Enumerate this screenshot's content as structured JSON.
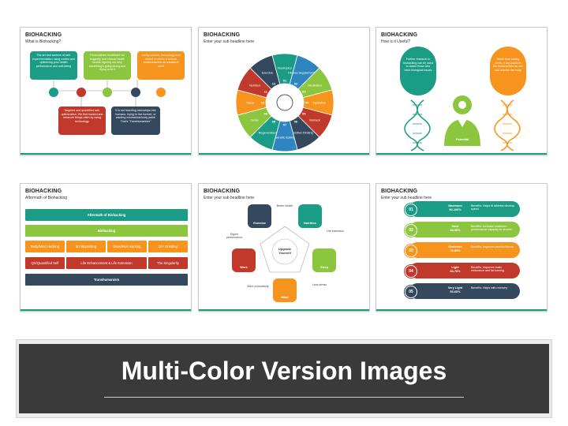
{
  "slides": {
    "s1": {
      "title": "BIOHACKING",
      "subtitle": "What is Biohacking?",
      "box1": "The art and science of self-experimentation using control and optimizing your health performance and well-being",
      "box2": "Personalizes healthcare for longevity and chronic health issues, figuring out why something's going wrong and trying to fix it",
      "box3": "Using science, technology and nature to mimic a natural environment in an unnatural world",
      "box4": "Targeted and quantified self-optimization. We find hacked and measure things often by using technology",
      "box5": "It is not Inserting microchips into humans, trying to live forever, or wanting mechanical body parts! That's \"Transhumanism\""
    },
    "s2": {
      "title": "BIOHACKING",
      "subtitle": "Enter your sub headline here",
      "segments": [
        "Nootropics",
        "Fitness Supplements",
        "Meditation",
        "Hydration",
        "Biohack",
        "Positive thinking",
        "Genetic testing",
        "Regeneration",
        "Detox",
        "Sleep",
        "Nutrition",
        "Exercise"
      ],
      "numbers": [
        "01",
        "02",
        "03",
        "04",
        "05",
        "06",
        "07",
        "08",
        "09",
        "10",
        "11",
        "12"
      ]
    },
    "s3": {
      "title": "BIOHACKING",
      "subtitle": "How is it Useful?",
      "left_bubble": "Further research in biohacking can be used to assist those who have biological issues",
      "right_bubble": "Aside from saving costs, it can assist in the medical field as one can monitor the body",
      "center_label": "Potential"
    },
    "s4": {
      "title": "BIOHACKING",
      "subtitle": "Aftermath of Biohacking",
      "row1": "Aftermath of Biohacking",
      "row2": "Biohacking",
      "row3": [
        "Body/Mind Hacking",
        "3D Bioprinting",
        "DNA/RNA Hacking",
        "DIY Grinding"
      ],
      "row4": [
        "QS/Quantified Self",
        "Life Enhancement & Life Extension",
        "The Singularity"
      ],
      "row5": "Transhumanism"
    },
    "s5": {
      "title": "BIOHACKING",
      "subtitle": "Enter your sub headline here",
      "center": "Upgrade Yourself",
      "nodes": [
        "Exercise",
        "Nutrition",
        "Sleep",
        "Mind",
        "Work"
      ],
      "benefits": [
        "Better health",
        "Life extension",
        "Less stress",
        "More productivity",
        "Higher performance"
      ]
    },
    "s6": {
      "title": "BIOHACKING",
      "subtitle": "Enter your sub headline here",
      "rows": [
        {
          "num": "01",
          "level": "Maximum",
          "range": "90-100%",
          "benefit": "Benefits: Helps fit athletes develop speed"
        },
        {
          "num": "02",
          "level": "Hard",
          "range": "80-90%",
          "benefit": "Benefits: Increase maximum performance capacity for shorter"
        },
        {
          "num": "03",
          "level": "Moderate",
          "range": "70-80%",
          "benefit": "Benefits: Improves aerobic fitness"
        },
        {
          "num": "04",
          "level": "Light",
          "range": "60-70%",
          "benefit": "Benefits: Improves basic endurance and fat burning"
        },
        {
          "num": "05",
          "level": "Very Light",
          "range": "50-60%",
          "benefit": "Benefits: Helps with recovery"
        }
      ]
    }
  },
  "footer": {
    "title": "Multi-Color Version Images"
  },
  "colors": {
    "teal": "#1a9c86",
    "green": "#8cc63f",
    "orange": "#f7941d",
    "red": "#c0392b",
    "navy": "#34495e",
    "blue": "#2e86c1",
    "purple": "#6c3483"
  }
}
